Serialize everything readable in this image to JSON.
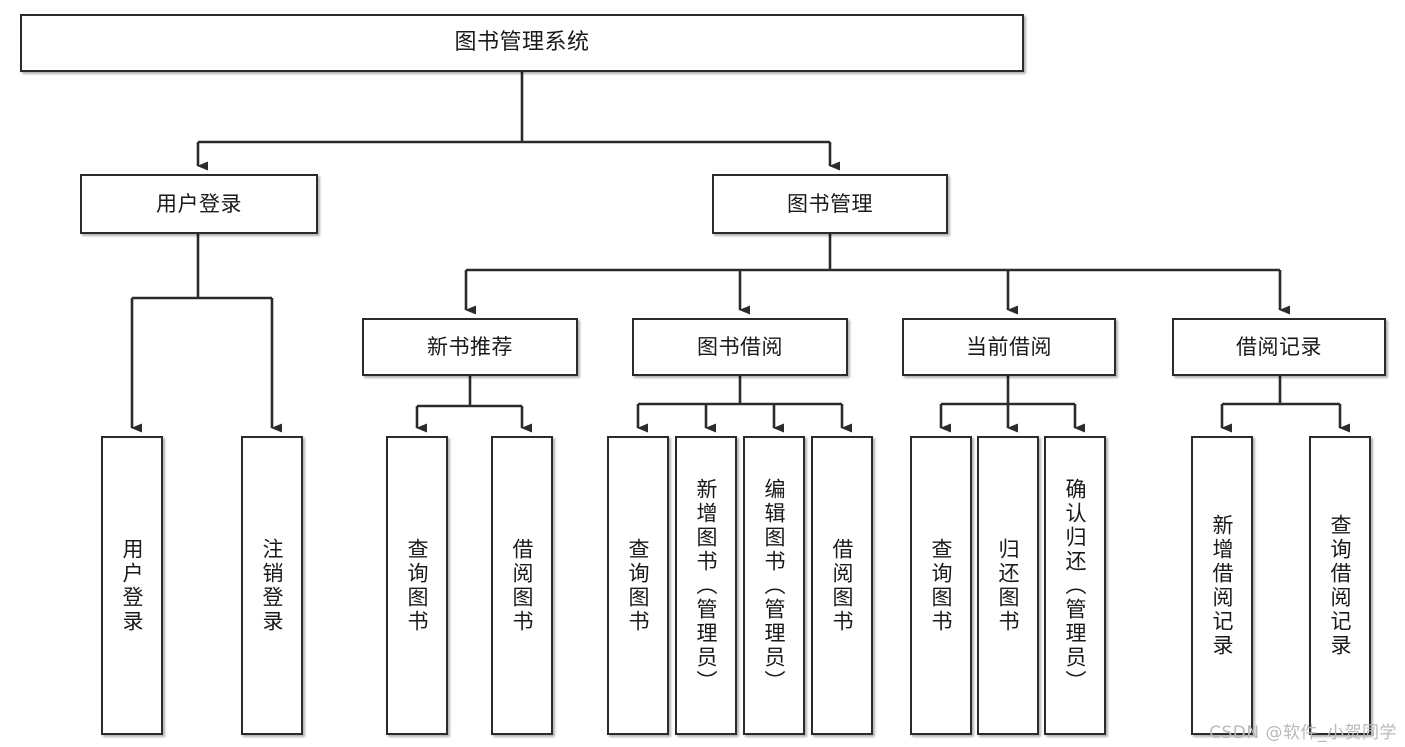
{
  "diagram": {
    "type": "tree-hierarchy-diagram",
    "title": "图书管理系统",
    "orientation": "top-down",
    "colors": {
      "box_border": "#2b2b2b",
      "box_fill": "#ffffff",
      "connector": "#2b2b2b",
      "text": "#1a1a1a",
      "watermark": "#b9b9b9",
      "background": "#ffffff"
    },
    "levels": {
      "root": {
        "label": "图书管理系统"
      },
      "level2": [
        {
          "id": "user-login",
          "label": "用户登录"
        },
        {
          "id": "book-management",
          "label": "图书管理"
        }
      ],
      "level3": [
        {
          "id": "new-book-recommend",
          "label": "新书推荐",
          "parent": "book-management"
        },
        {
          "id": "book-borrow",
          "label": "图书借阅",
          "parent": "book-management"
        },
        {
          "id": "current-borrow",
          "label": "当前借阅",
          "parent": "book-management"
        },
        {
          "id": "borrow-record",
          "label": "借阅记录",
          "parent": "book-management"
        }
      ],
      "leaves": [
        {
          "id": "leaf-user-login",
          "label": "用户登录",
          "parent": "user-login"
        },
        {
          "id": "leaf-logout-login",
          "label": "注销登录",
          "parent": "user-login"
        },
        {
          "id": "leaf-query-book-1",
          "label": "查询图书",
          "parent": "new-book-recommend"
        },
        {
          "id": "leaf-borrow-book-1",
          "label": "借阅图书",
          "parent": "new-book-recommend"
        },
        {
          "id": "leaf-query-book-2",
          "label": "查询图书",
          "parent": "book-borrow"
        },
        {
          "id": "leaf-add-book",
          "label": "新增图书（管理员）",
          "parent": "book-borrow"
        },
        {
          "id": "leaf-edit-book",
          "label": "编辑图书（管理员）",
          "parent": "book-borrow"
        },
        {
          "id": "leaf-borrow-book-2",
          "label": "借阅图书",
          "parent": "book-borrow"
        },
        {
          "id": "leaf-query-book-3",
          "label": "查询图书",
          "parent": "current-borrow"
        },
        {
          "id": "leaf-return-book",
          "label": "归还图书",
          "parent": "current-borrow"
        },
        {
          "id": "leaf-confirm-return",
          "label": "确认归还（管理员）",
          "parent": "current-borrow"
        },
        {
          "id": "leaf-add-record",
          "label": "新增借阅记录",
          "parent": "borrow-record"
        },
        {
          "id": "leaf-query-record",
          "label": "查询借阅记录",
          "parent": "borrow-record"
        }
      ]
    }
  },
  "watermark": {
    "text": "CSDN @软件_小贺同学"
  }
}
